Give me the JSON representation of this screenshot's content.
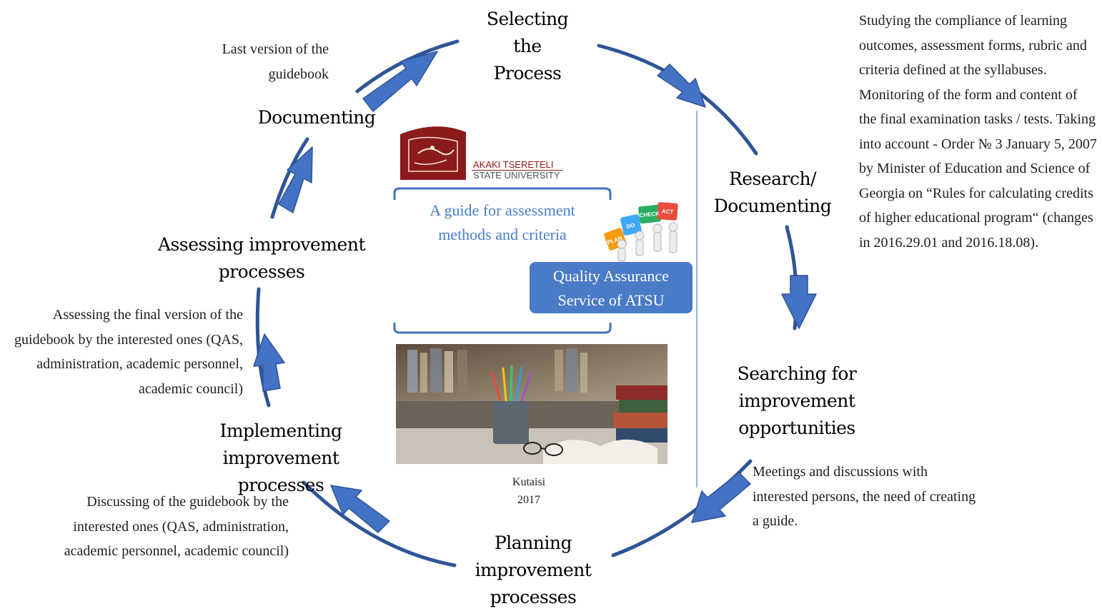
{
  "stages": {
    "selecting": "Selecting the Process",
    "research": "Research/ Documenting",
    "searching": "Searching for improvement opportunities",
    "planning": "Planning improvement processes",
    "implementing": "Implementing improvement processes",
    "assessing": "Assessing improvement processes",
    "documenting": "Documenting"
  },
  "notes": {
    "last_version": "Last version of the guidebook",
    "studying": "Studying the compliance of learning outcomes, assessment forms, rubric and criteria defined at the syllabuses. Monitoring of the form and content of the final examination tasks / tests. Taking into account - Order № 3 January 5, 2007 by Minister of Education and Science of Georgia on “Rules for calculating credits of higher educational program“ (changes in 2016.29.01 and 2016.18.08).",
    "meetings": "Meetings and discussions with interested persons, the need of creating a guide.",
    "discussing": "Discussing of the guidebook by the interested ones (QAS, administration, academic personnel, academic council)",
    "assessing_final": "Assessing the final version of the guidebook by the interested ones (QAS, administration, academic personnel, academic council)"
  },
  "center": {
    "logo_line1": "AKAKI TSERETELI",
    "logo_line2": "STATE UNIVERSITY",
    "guide_title": "A guide for assessment methods and criteria",
    "qa_service": "Quality Assurance Service of ATSU",
    "pdca": [
      "PLAN",
      "DO",
      "CHECK",
      "ACT"
    ],
    "city": "Kutaisi",
    "year": "2017"
  },
  "colors": {
    "arc": "#2e5597",
    "arrow": "#4472c4",
    "accent_text": "#4a7fc8",
    "logo_red": "#8b1a1a"
  }
}
